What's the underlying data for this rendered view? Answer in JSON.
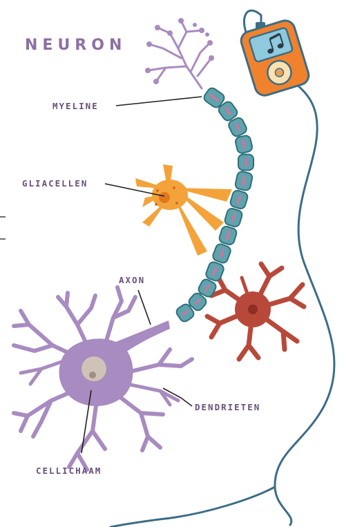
{
  "title": "NEURON",
  "labels": {
    "myeline": "MYELINE",
    "gliacellen": "GLIACELLEN",
    "axon": "AXON",
    "dendrieten": "DENDRIETEN",
    "cellichaam": "CELLICHAAM"
  },
  "colors": {
    "neuron": "#a88bc0",
    "myelin": "#5ea3ae",
    "myelin_inner": "#c07b9f",
    "glia": "#f3a33a",
    "red_cell": "#b8493a",
    "cord": "#3c6d85",
    "player": "#f0822e",
    "screen": "#8ec9dd",
    "label_text": "#6a4f7a"
  },
  "icons": [
    "music-note-icon",
    "music-player-icon"
  ]
}
